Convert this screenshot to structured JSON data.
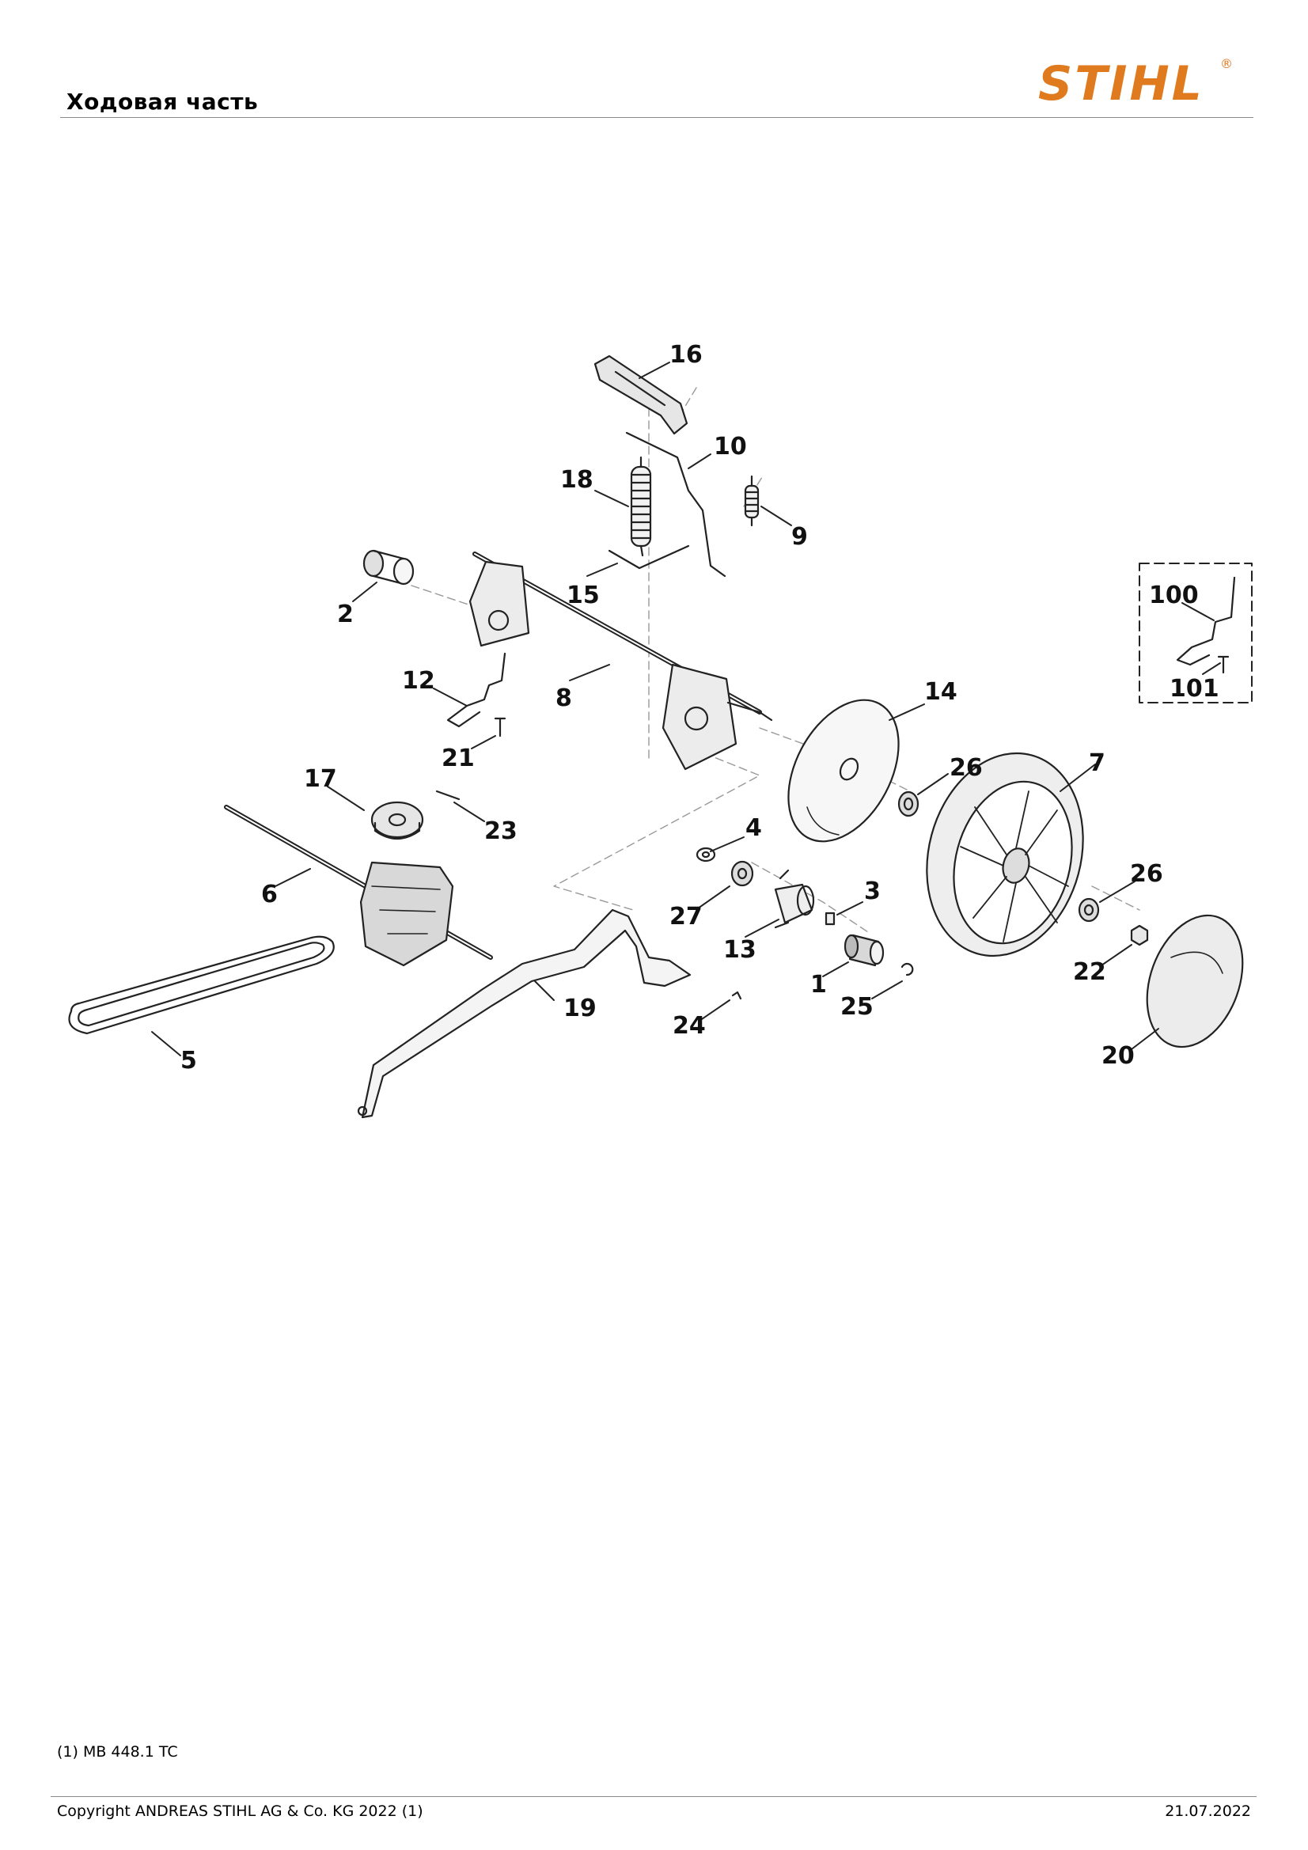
{
  "header": {
    "title": "Ходовая часть",
    "brand": "STIHL",
    "brand_mark": "®"
  },
  "diagram": {
    "callouts": [
      "16",
      "10",
      "18",
      "9",
      "15",
      "2",
      "8",
      "12",
      "21",
      "14",
      "7",
      "26",
      "17",
      "23",
      "4",
      "6",
      "27",
      "3",
      "13",
      "1",
      "26",
      "22",
      "25",
      "24",
      "19",
      "5",
      "20",
      "100",
      "101"
    ]
  },
  "note": "(1) MB 448.1 TC",
  "footer": {
    "copyright": "Copyright ANDREAS STIHL AG & Co. KG 2022 (1)",
    "date": "21.07.2022"
  },
  "colors": {
    "brand": "#e07a1f",
    "line": "#222222",
    "rule": "#8a8a8a"
  }
}
